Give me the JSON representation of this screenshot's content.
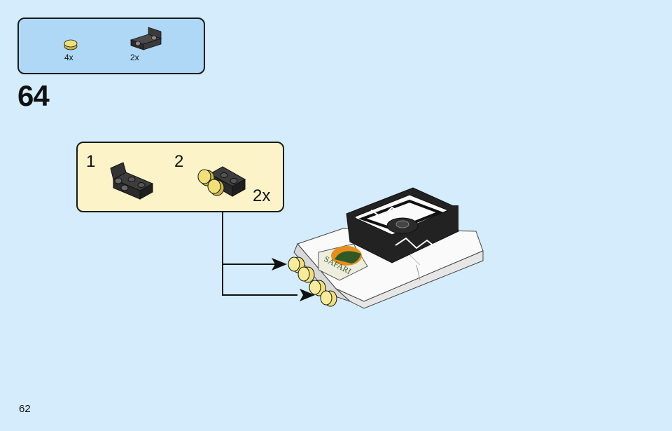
{
  "parts": {
    "items": [
      {
        "name": "round-plate-1x1-yellow",
        "count": "4x"
      },
      {
        "name": "bracket-1x2-black",
        "count": "2x"
      }
    ]
  },
  "step": {
    "number": "64"
  },
  "subassembly": {
    "steps": [
      {
        "number": "1"
      },
      {
        "number": "2",
        "multiplier": "2x"
      }
    ]
  },
  "page": {
    "number": "62"
  },
  "colors": {
    "background": "#d4ecfb",
    "parts_box": "#aed8f5",
    "sub_box": "#fdf3c8",
    "yellow": "#f1e07a",
    "black_brick": "#2b2b2b",
    "white_brick": "#fafafa",
    "dark_green": "#2f5a27",
    "orange": "#e5901c"
  },
  "decal": {
    "text": "SAFARI"
  }
}
